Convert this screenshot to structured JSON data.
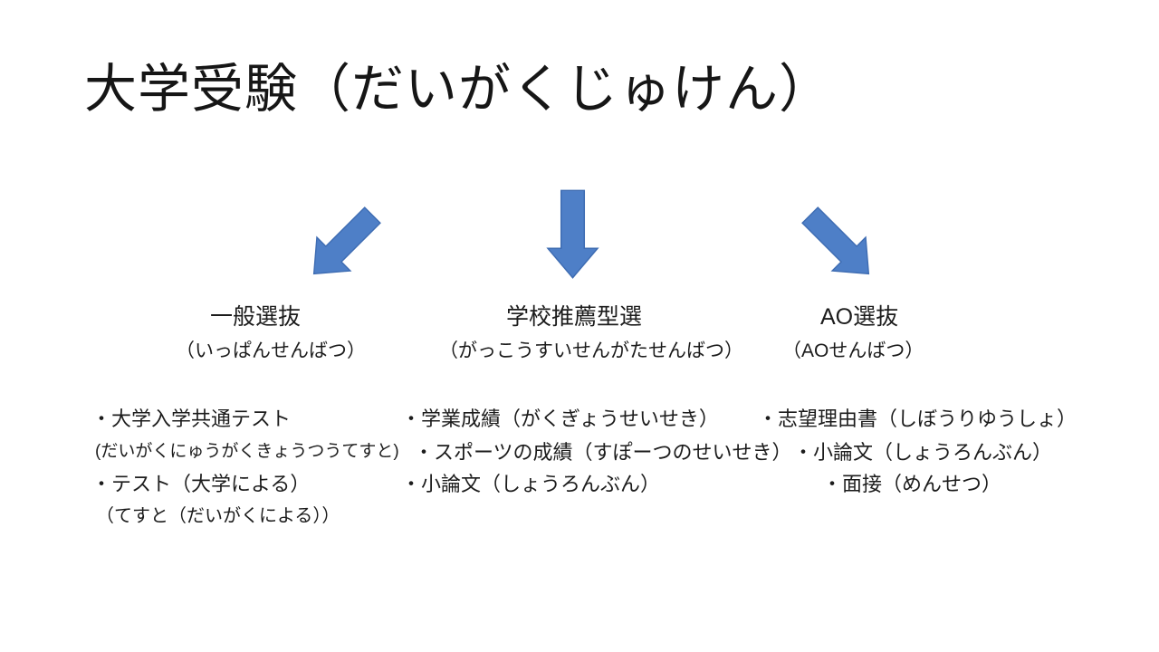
{
  "title": "大学受験（だいがくじゅけん）",
  "colors": {
    "arrow_fill": "#4E7FC7",
    "arrow_border": "#3E6CB2",
    "text": "#1C1C1C",
    "background": "#FFFFFF"
  },
  "icons": {
    "left_arrow": "down-left-block-arrow",
    "middle_arrow": "down-block-arrow",
    "right_arrow": "down-right-block-arrow"
  },
  "columns": [
    {
      "heading": "一般選抜",
      "reading": "（いっぱんせんばつ）",
      "items": [
        "・大学入学共通テスト",
        "(だいがくにゅうがくきょうつうてすと)",
        "・テスト（大学による）",
        "（てすと（だいがくによる））"
      ]
    },
    {
      "heading": "学校推薦型選",
      "reading": "（がっこうすいせんがたせんばつ）",
      "items": [
        "・学業成績（がくぎょうせいせき）",
        "・スポーツの成績（すぽーつのせいせき）",
        "・小論文（しょうろんぶん）"
      ]
    },
    {
      "heading": "AO選抜",
      "reading": "（AOせんばつ）",
      "items": [
        "・志望理由書（しぼうりゆうしょ）",
        "・小論文（しょうろんぶん）",
        "・面接（めんせつ）"
      ]
    }
  ]
}
